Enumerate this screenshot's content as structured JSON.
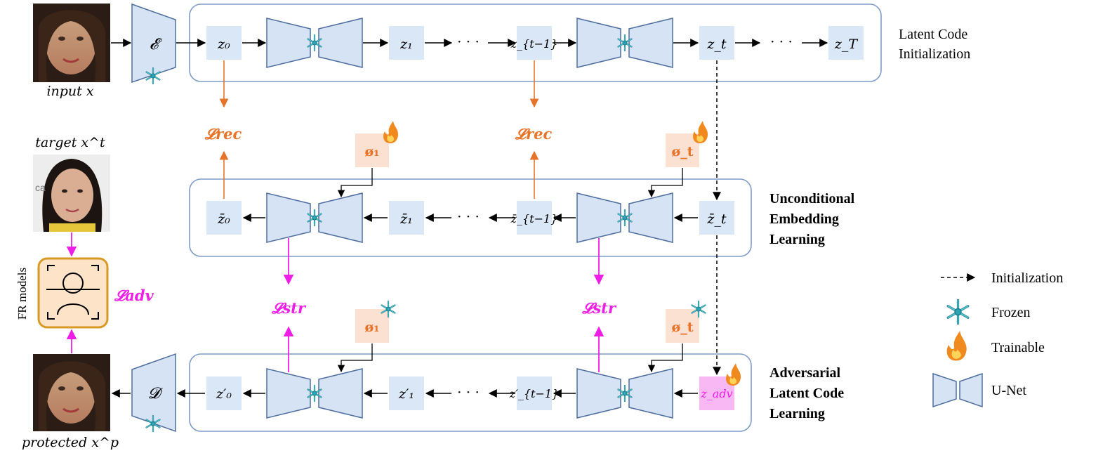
{
  "row1": {
    "input_label": "input x",
    "encoder": "𝓔",
    "nodes": [
      "z₀",
      "z₁",
      "z_{t−1}",
      "z_t",
      "z_T"
    ],
    "row_label_lines": [
      "Latent Code",
      "Initialization"
    ]
  },
  "row2": {
    "nodes": [
      "z̄₀",
      "z̄₁",
      "z̄_{t−1}",
      "z̄_t"
    ],
    "row_label_lines": [
      "Unconditional",
      "Embedding",
      "Learning"
    ],
    "phi1": "ø₁",
    "phit": "ø_t",
    "loss_rec_1": "𝓛rec",
    "loss_rec_2": "𝓛rec"
  },
  "row3": {
    "nodes": [
      "z′₀",
      "z′₁",
      "z′_{t−1}",
      "z_adv"
    ],
    "decoder": "𝓓",
    "output_label": "protected x^p",
    "row_label_lines": [
      "Adversarial",
      "Latent Code",
      "Learning"
    ],
    "phi1": "ø₁",
    "phit": "ø_t",
    "loss_str_1": "𝓛str",
    "loss_str_2": "𝓛str"
  },
  "left": {
    "target_label": "target x^t",
    "fr_label": "FR models",
    "loss_adv": "𝓛adv"
  },
  "legend": {
    "items": [
      {
        "icon": "dashed-arrow-icon",
        "label": "Initialization"
      },
      {
        "icon": "snowflake-icon",
        "label": "Frozen"
      },
      {
        "icon": "flame-icon",
        "label": "Trainable"
      },
      {
        "icon": "unet-icon",
        "label": "U-Net"
      }
    ]
  },
  "colors": {
    "box_fill": "#dae7f7",
    "unet_fill": "#d6e3f5",
    "unet_stroke": "#4e6e9e",
    "panel_stroke": "#7e9bc8",
    "orange": "#e8742a",
    "magenta": "#ee1ee6",
    "phi_fill": "#fbe1d2",
    "zadv_fill": "#f8b8f3"
  }
}
